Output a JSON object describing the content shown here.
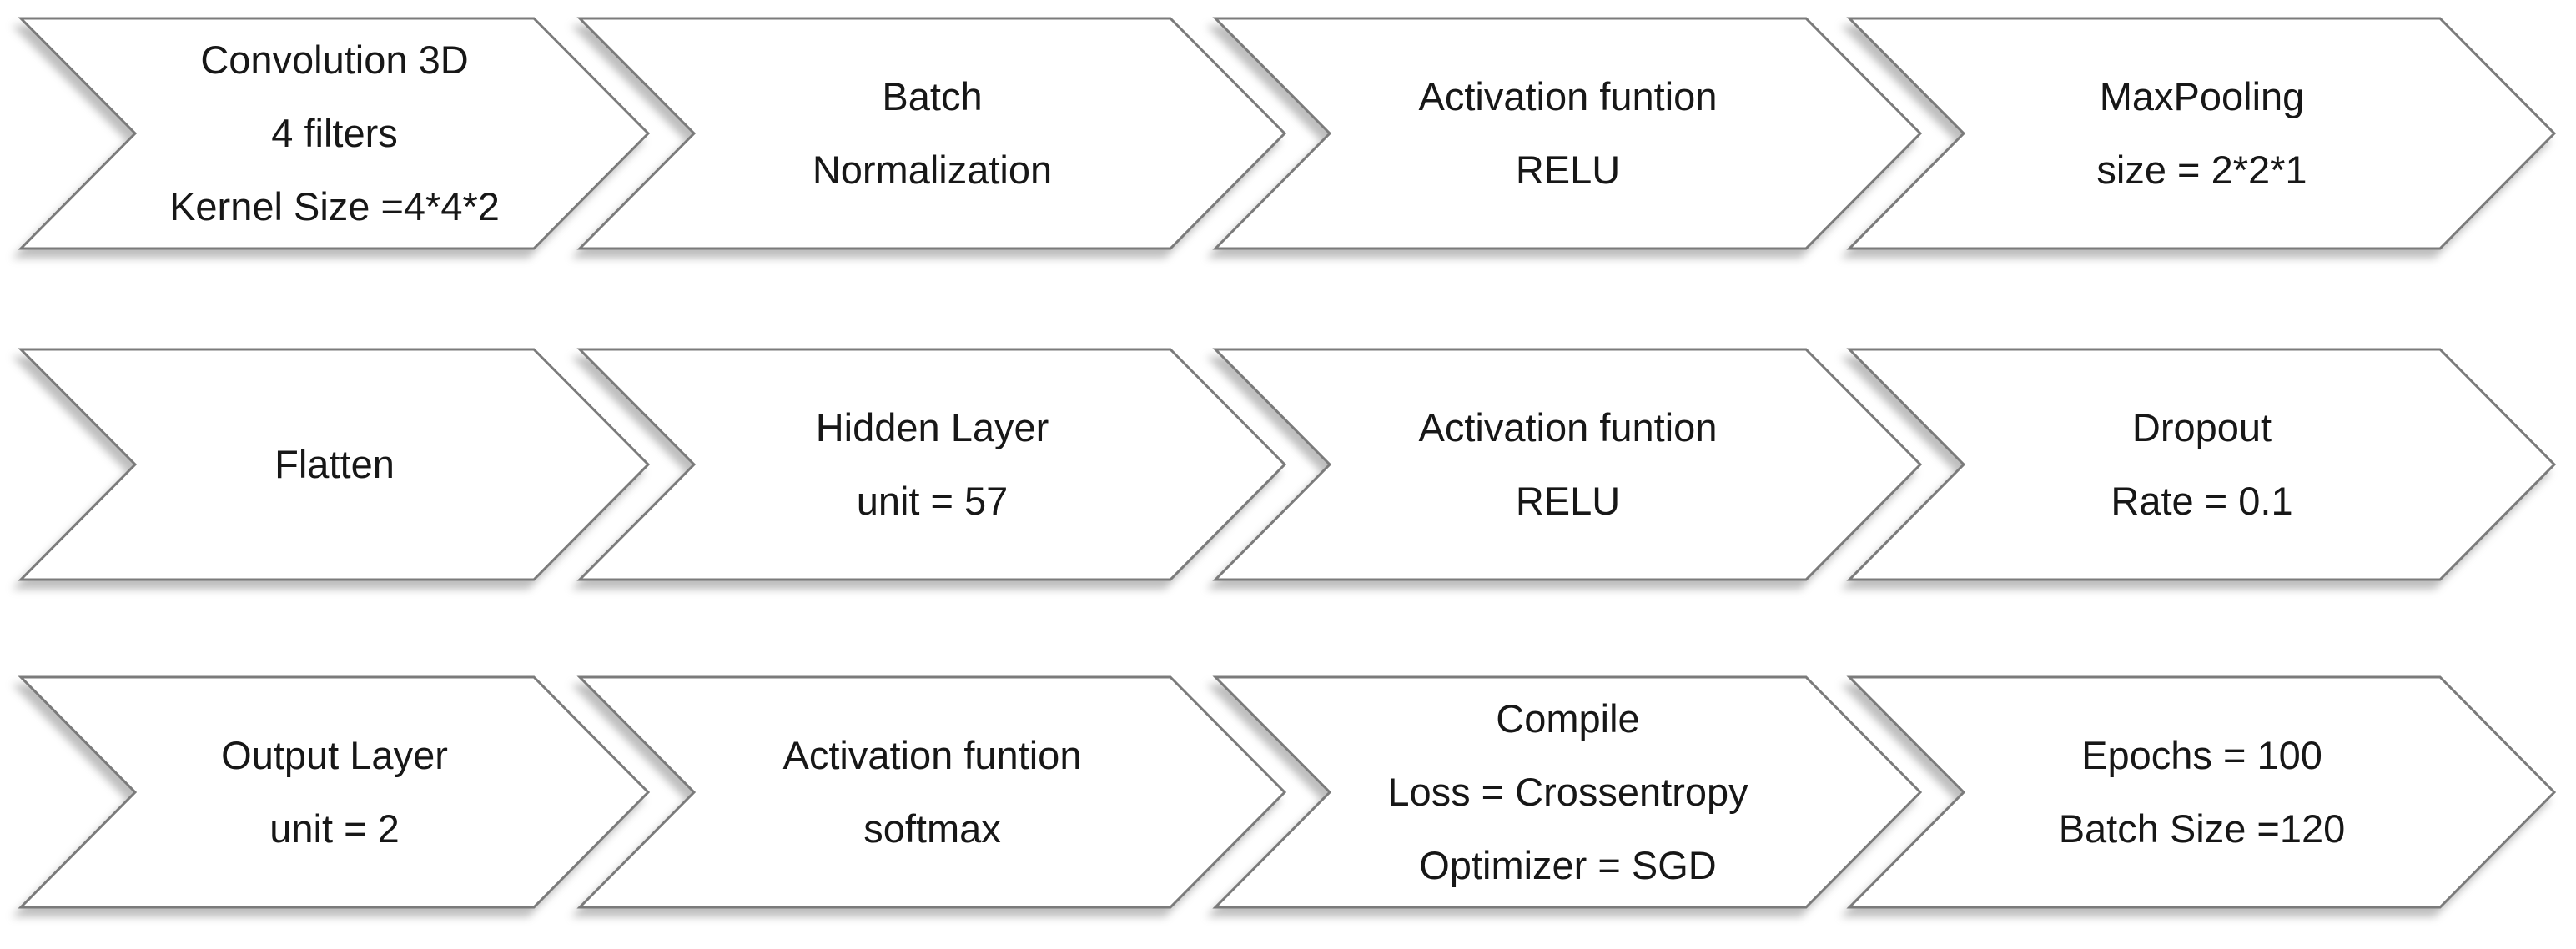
{
  "colors": {
    "background": "#ffffff",
    "shape_fill": "#ffffff",
    "shape_border": "#7b7b7b",
    "text": "#171717"
  },
  "rows": [
    {
      "items": [
        {
          "lines": [
            "Convolution 3D",
            "4 filters",
            "Kernel Size =4*4*2"
          ]
        },
        {
          "lines": [
            "Batch",
            "Normalization"
          ]
        },
        {
          "lines": [
            "Activation funtion",
            "RELU"
          ]
        },
        {
          "lines": [
            "MaxPooling",
            "size = 2*2*1"
          ]
        }
      ]
    },
    {
      "items": [
        {
          "lines": [
            "Flatten"
          ]
        },
        {
          "lines": [
            "Hidden Layer",
            "unit = 57"
          ]
        },
        {
          "lines": [
            "Activation funtion",
            "RELU"
          ]
        },
        {
          "lines": [
            "Dropout",
            "Rate = 0.1"
          ]
        }
      ]
    },
    {
      "items": [
        {
          "lines": [
            "Output Layer",
            "unit = 2"
          ]
        },
        {
          "lines": [
            "Activation funtion",
            "softmax"
          ]
        },
        {
          "lines": [
            "Compile",
            "Loss = Crossentropy",
            "Optimizer = SGD"
          ]
        },
        {
          "lines": [
            "Epochs = 100",
            "Batch Size =120"
          ]
        }
      ]
    }
  ]
}
